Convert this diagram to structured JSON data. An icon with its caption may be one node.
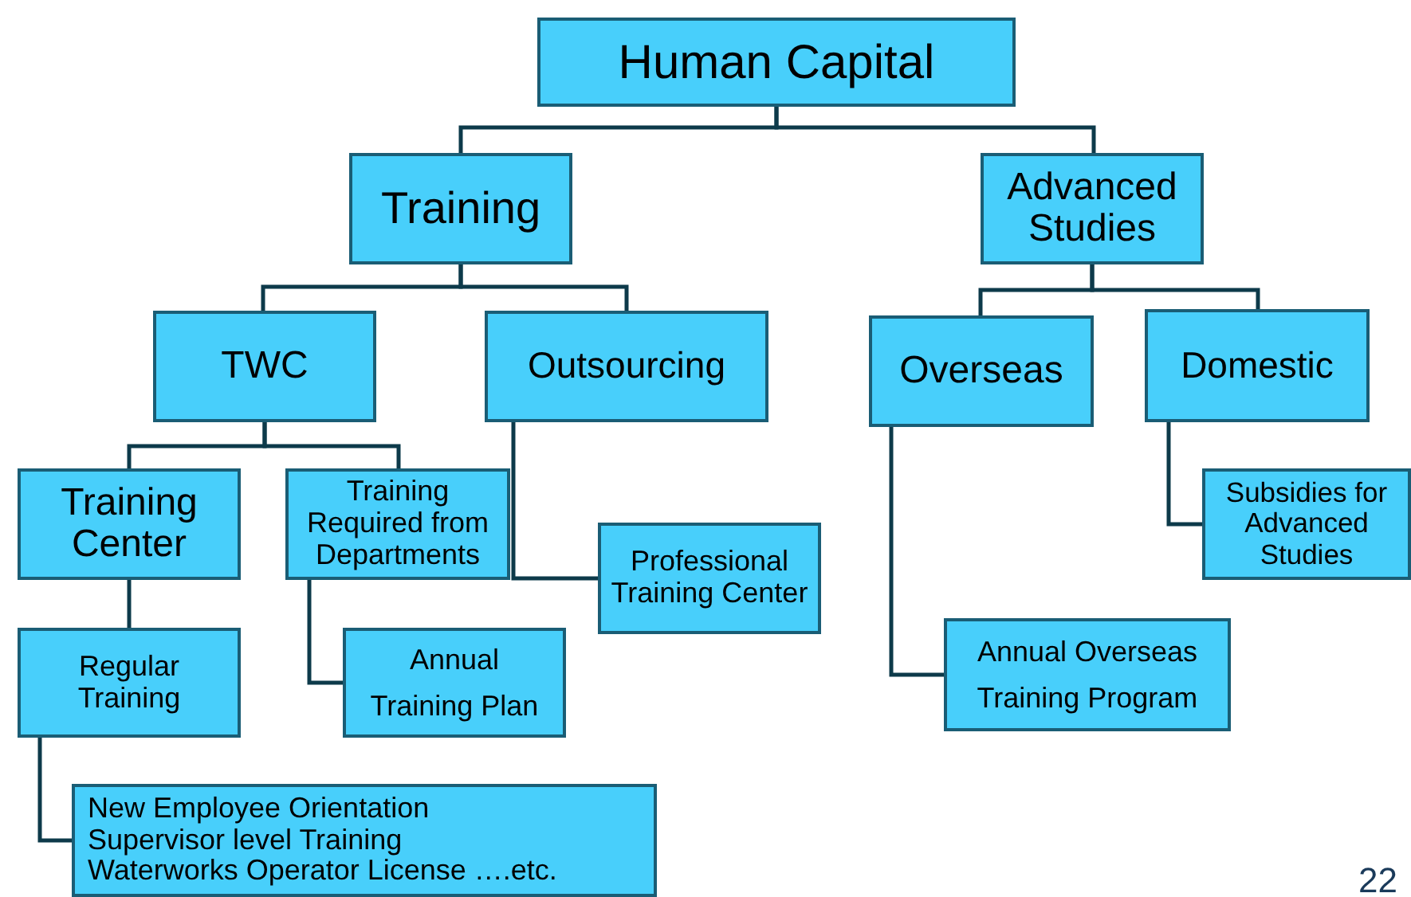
{
  "diagram": {
    "nodes": [
      {
        "text": [
          "Human Capital"
        ]
      },
      {
        "text": [
          "Training"
        ]
      },
      {
        "text": [
          "Advanced Studies"
        ]
      },
      {
        "text": [
          "TWC"
        ]
      },
      {
        "text": [
          "Outsourcing"
        ]
      },
      {
        "text": [
          "Overseas"
        ]
      },
      {
        "text": [
          "Domestic"
        ]
      },
      {
        "text": [
          "Training Center"
        ]
      },
      {
        "text": [
          "Training Required from Departments"
        ]
      },
      {
        "text": [
          "Professional Training Center"
        ]
      },
      {
        "text": [
          "Regular Training"
        ]
      },
      {
        "text": [
          "Annual Training Plan"
        ]
      },
      {
        "text": [
          "New Employee Orientation",
          "Supervisor level Training",
          "Waterworks Operator License ….etc."
        ]
      },
      {
        "text": [
          "Annual Overseas Training Program"
        ]
      },
      {
        "text": [
          "Subsidies for Advanced Studies"
        ]
      }
    ],
    "edges": [
      {
        "from": 0,
        "to": 1,
        "arrow": "none"
      },
      {
        "from": 0,
        "to": 2,
        "arrow": "none"
      },
      {
        "from": 1,
        "to": 3,
        "arrow": "none"
      },
      {
        "from": 1,
        "to": 4,
        "arrow": "none"
      },
      {
        "from": 2,
        "to": 5,
        "arrow": "none"
      },
      {
        "from": 2,
        "to": 6,
        "arrow": "none"
      },
      {
        "from": 3,
        "to": 7,
        "arrow": "none"
      },
      {
        "from": 3,
        "to": 8,
        "arrow": "none"
      },
      {
        "from": 4,
        "to": 9,
        "arrow": "none"
      },
      {
        "from": 7,
        "to": 10,
        "arrow": "none"
      },
      {
        "from": 8,
        "to": 11,
        "arrow": "none"
      },
      {
        "from": 10,
        "to": 12,
        "arrow": "none"
      },
      {
        "from": 5,
        "to": 13,
        "arrow": "none"
      },
      {
        "from": 6,
        "to": 14,
        "arrow": "none"
      }
    ],
    "labels": [
      "22"
    ]
  }
}
